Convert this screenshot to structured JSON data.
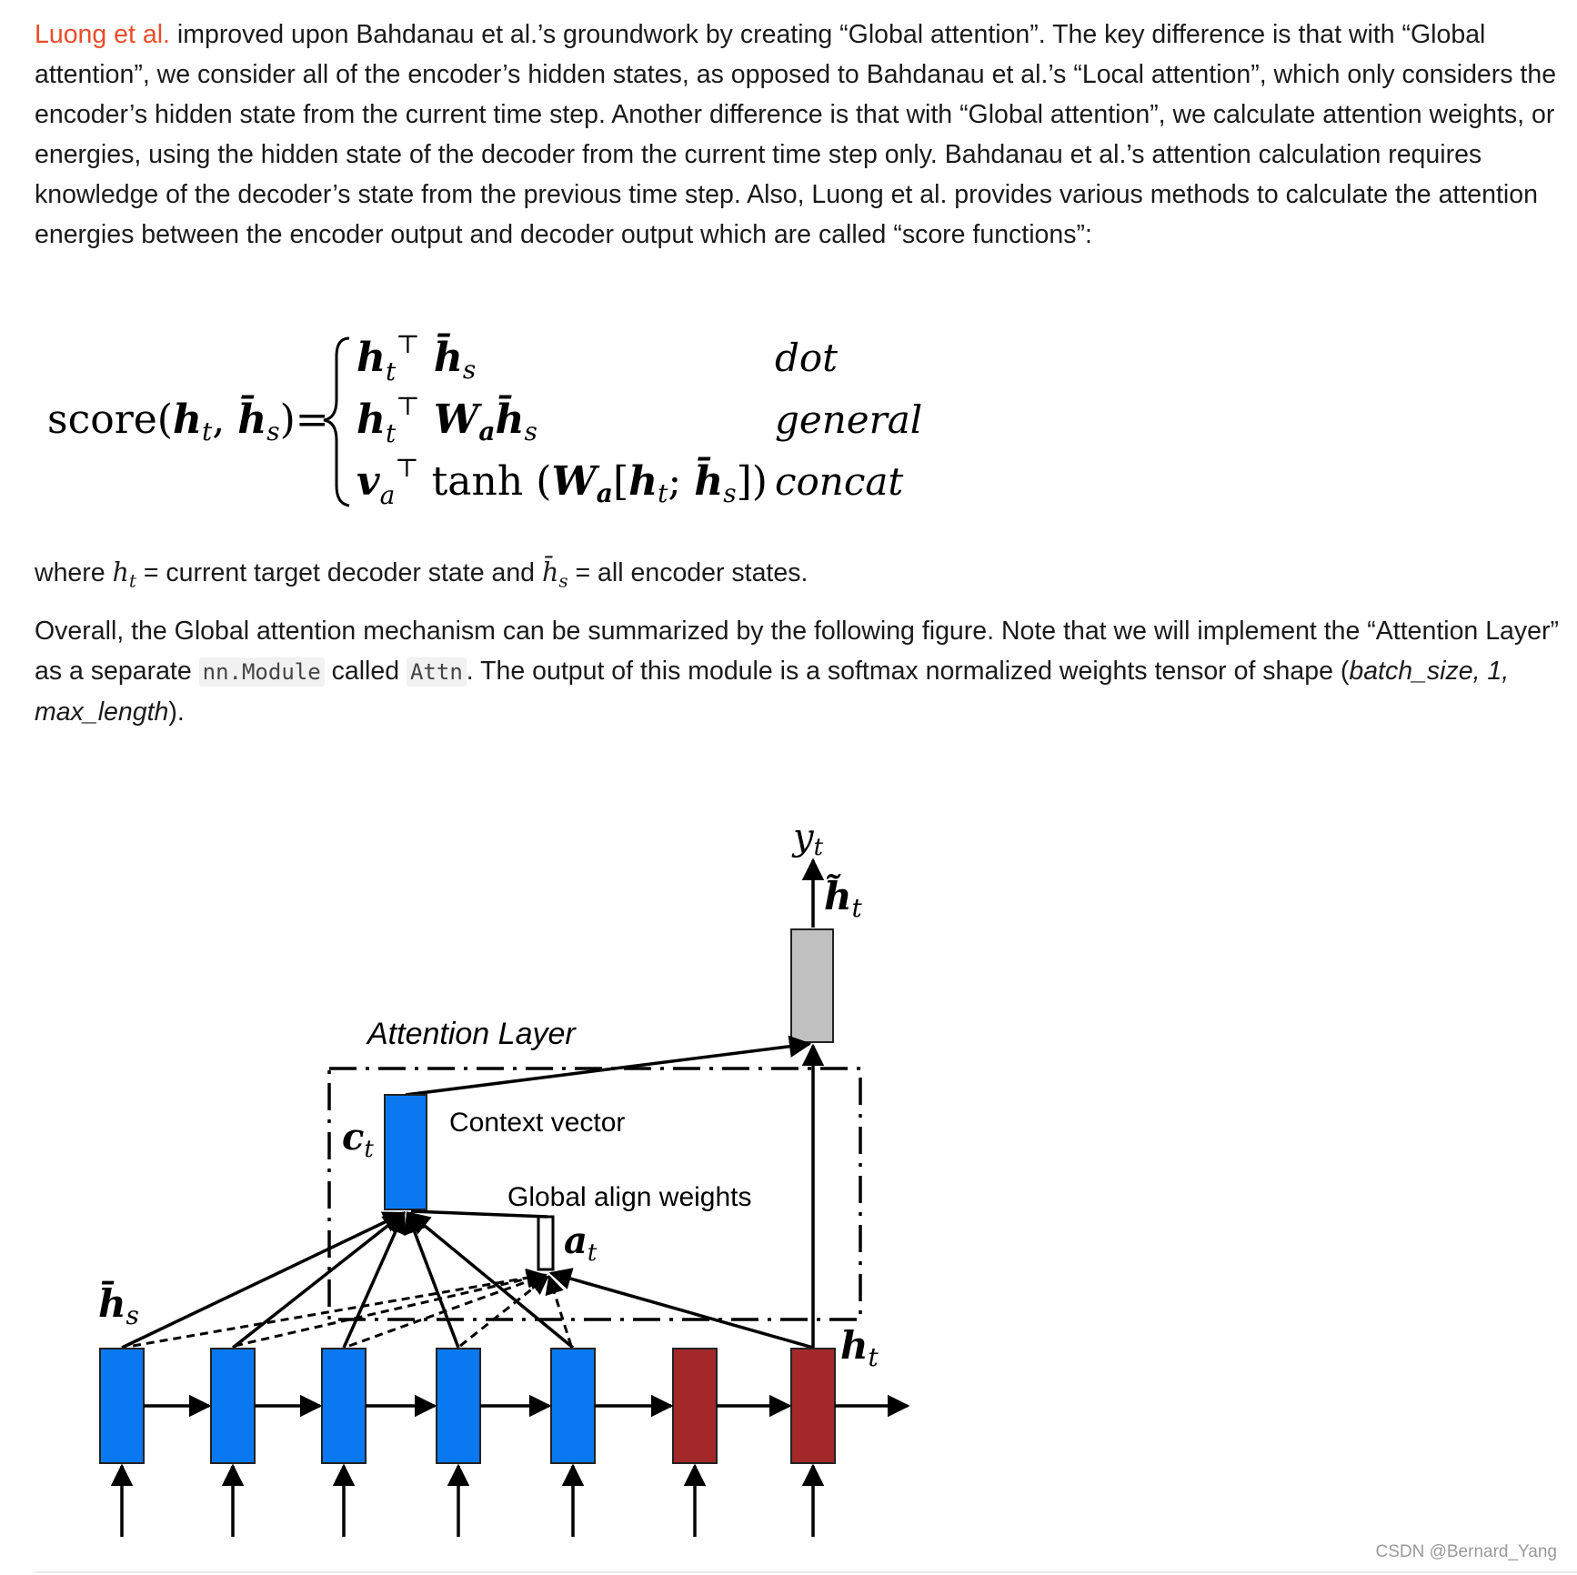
{
  "paragraph1": {
    "link": "Luong et al.",
    "text": "improved upon Bahdanau et al.’s groundwork by creating “Global attention”. The key difference is that with “Global attention”, we consider all of the encoder’s hidden states, as opposed to Bahdanau et al.’s “Local attention”, which only considers the encoder’s hidden state from the current time step. Another difference is that with “Global attention”, we calculate attention weights, or energies, using the hidden state of the decoder from the current time step only. Bahdanau et al.’s attention calculation requires knowledge of the decoder’s state from the previous time step. Also, Luong et al. provides various methods to calculate the attention energies between the encoder output and decoder output which are called “score functions”:"
  },
  "equation": {
    "lhs_fn": "score",
    "cases": [
      {
        "label": "dot"
      },
      {
        "label": "general"
      },
      {
        "label": "concat"
      }
    ],
    "tanh": "tanh"
  },
  "paragraph2": {
    "where": "where",
    "ht_desc": "= current target decoder state and",
    "hs_desc": "= all encoder states."
  },
  "paragraph3": {
    "part1": "Overall, the Global attention mechanism can be summarized by the following figure. Note that we will implement the “Attention Layer” as a separate",
    "code1": "nn.Module",
    "part2": "called",
    "code2": "Attn",
    "part3": ". The output of this module is a softmax normalized weights tensor of shape (",
    "italic": "batch_size, 1, max_length",
    "part4": ")."
  },
  "diagram": {
    "attention_layer_label": "Attention Layer",
    "context_vector_label": "Context vector",
    "global_align_label": "Global align weights",
    "colors": {
      "encoder": "#0a78f0",
      "decoder": "#a2282a",
      "output": "#c0c0c0"
    }
  },
  "watermark": "CSDN @Bernard_Yang"
}
